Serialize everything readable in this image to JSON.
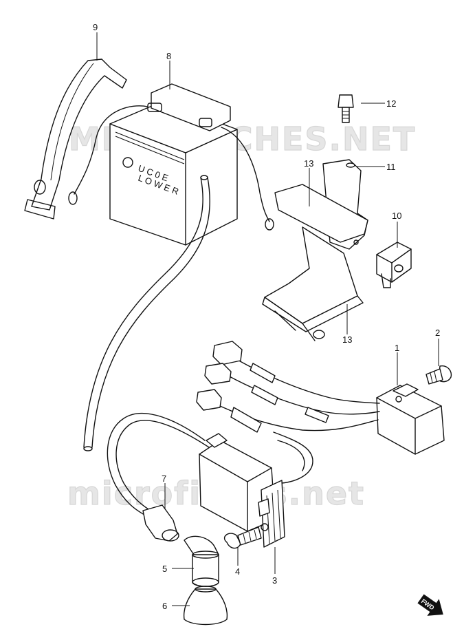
{
  "watermark": {
    "top": "MICROFICHES.NET",
    "bottom": "microfiches.net"
  },
  "direction_badge": "FWD",
  "callouts": [
    {
      "id": "1",
      "text": "1"
    },
    {
      "id": "2",
      "text": "2"
    },
    {
      "id": "3",
      "text": "3"
    },
    {
      "id": "4",
      "text": "4"
    },
    {
      "id": "5",
      "text": "5"
    },
    {
      "id": "6",
      "text": "6"
    },
    {
      "id": "7",
      "text": "7"
    },
    {
      "id": "8",
      "text": "8"
    },
    {
      "id": "9",
      "text": "9"
    },
    {
      "id": "10",
      "text": "10"
    },
    {
      "id": "11",
      "text": "11"
    },
    {
      "id": "12",
      "text": "12"
    },
    {
      "id": "13a",
      "text": "13"
    },
    {
      "id": "13b",
      "text": "13"
    }
  ]
}
